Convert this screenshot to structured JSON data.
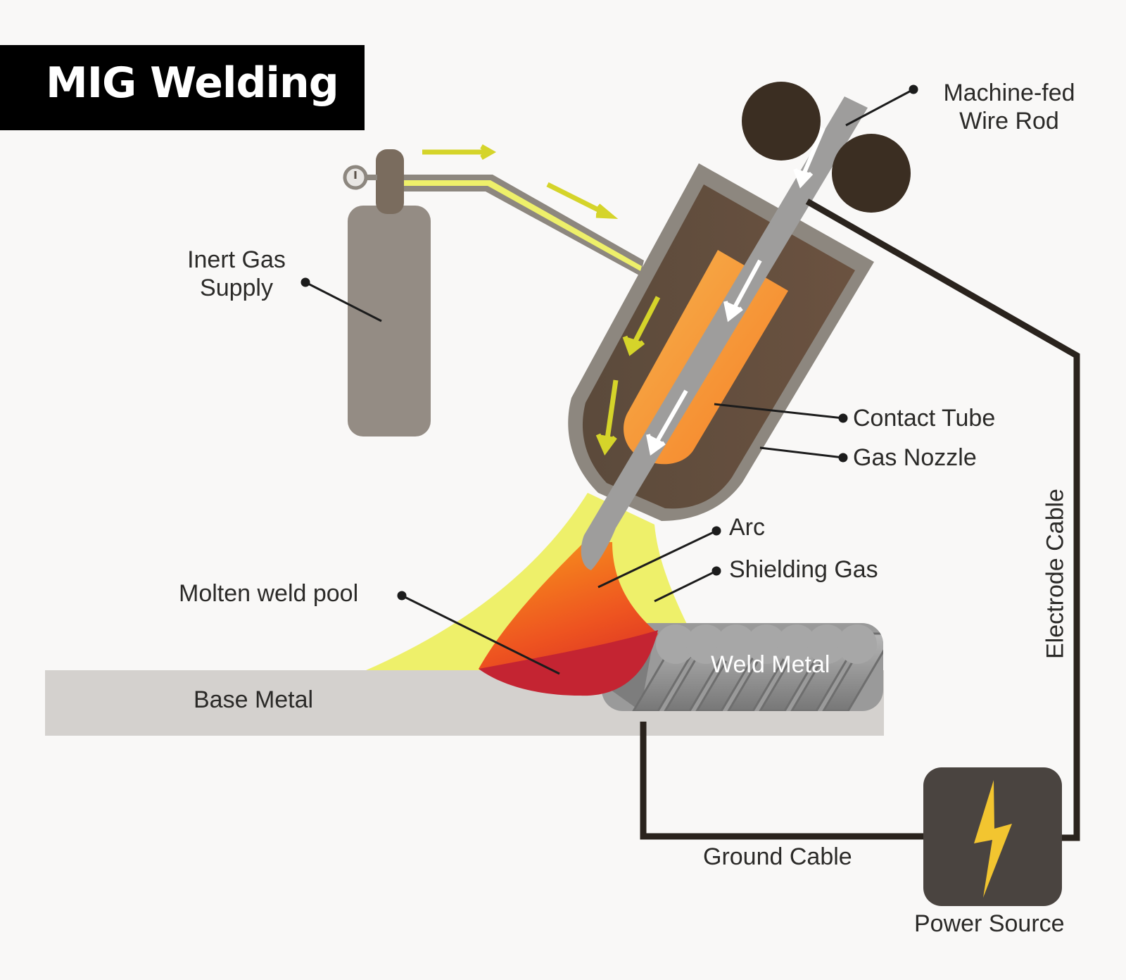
{
  "title": "MIG Welding",
  "labels": {
    "wire_rod_line1": "Machine-fed",
    "wire_rod_line2": "Wire Rod",
    "inert_gas_line1": "Inert Gas",
    "inert_gas_line2": "Supply",
    "contact_tube": "Contact Tube",
    "gas_nozzle": "Gas Nozzle",
    "arc": "Arc",
    "shielding_gas": "Shielding Gas",
    "molten_weld_pool": "Molten weld pool",
    "weld_metal": "Weld Metal",
    "base_metal": "Base Metal",
    "electrode_cable": "Electrode Cable",
    "ground_cable": "Ground Cable",
    "power_source": "Power Source"
  },
  "colors": {
    "background": "#f9f8f7",
    "title_bg": "#000000",
    "cylinder": "#948c84",
    "nozzle_outer": "#8d877f",
    "nozzle_inner": "#5e4a3b",
    "contact_tube": "#f6903a",
    "wire": "#9e9d9c",
    "gas_flow": "#eef06a",
    "arrow_gas": "#d5d42a",
    "weld_pool": "#f05a1e",
    "weld_pool_deep": "#c4232f",
    "weld_bead": "#8c8c8c",
    "base_metal": "#d4d1ce",
    "cable": "#2a231d",
    "rollers": "#3b2e22",
    "power_box": "#4a4440",
    "bolt": "#f2c530"
  },
  "icons": {
    "pressure_gauge": "gauge-icon",
    "power_bolt": "lightning-bolt-icon"
  }
}
